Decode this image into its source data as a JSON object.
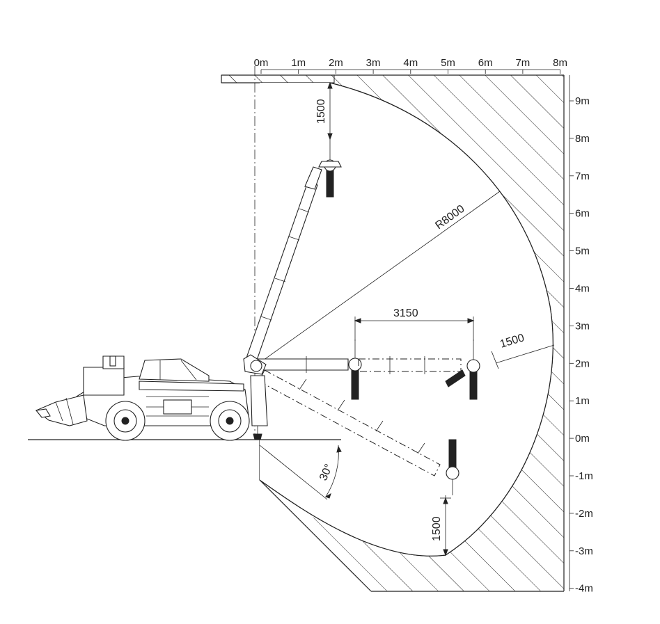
{
  "axes": {
    "x_ticks": [
      "0m",
      "1m",
      "2m",
      "3m",
      "4m",
      "5m",
      "6m",
      "7m",
      "8m"
    ],
    "y_ticks": [
      "9m",
      "8m",
      "7m",
      "6m",
      "5m",
      "4m",
      "3m",
      "2m",
      "1m",
      "0m",
      "-1m",
      "-2m",
      "-3m",
      "-4m"
    ]
  },
  "dimensions": {
    "top_offset": "1500",
    "radius": "R8000",
    "horizontal_span": "3150",
    "side_offset": "1500",
    "bottom_offset": "1500",
    "angle": "30°"
  },
  "colors": {
    "line": "#222222",
    "background": "#ffffff"
  }
}
